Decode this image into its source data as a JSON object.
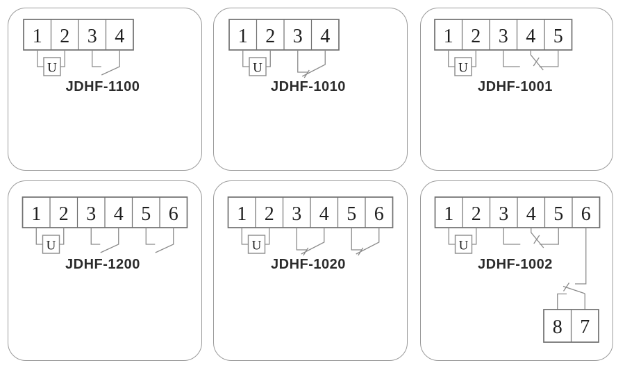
{
  "page": {
    "background": "#ffffff"
  },
  "colors": {
    "wire": "#8a8a8a",
    "block_border": "#6f6f6f",
    "panel_border": "#9a9a9a",
    "digit_text": "#1e1e1e",
    "label_text": "#2b2b2b"
  },
  "panels": [
    {
      "label": "JDHF-1100",
      "terminals": [
        "1",
        "2",
        "3",
        "4"
      ],
      "coil_label": "U",
      "contacts": [
        {
          "type": "no",
          "between": [
            3,
            4
          ]
        }
      ]
    },
    {
      "label": "JDHF-1010",
      "terminals": [
        "1",
        "2",
        "3",
        "4"
      ],
      "coil_label": "U",
      "contacts": [
        {
          "type": "nc",
          "between": [
            3,
            4
          ]
        }
      ]
    },
    {
      "label": "JDHF-1001",
      "terminals": [
        "1",
        "2",
        "3",
        "4",
        "5"
      ],
      "coil_label": "U",
      "contacts": [
        {
          "type": "co",
          "between": [
            3,
            4,
            5
          ]
        }
      ]
    },
    {
      "label": "JDHF-1200",
      "terminals": [
        "1",
        "2",
        "3",
        "4",
        "5",
        "6"
      ],
      "coil_label": "U",
      "contacts": [
        {
          "type": "no",
          "between": [
            3,
            4
          ]
        },
        {
          "type": "no",
          "between": [
            5,
            6
          ]
        }
      ]
    },
    {
      "label": "JDHF-1020",
      "terminals": [
        "1",
        "2",
        "3",
        "4",
        "5",
        "6"
      ],
      "coil_label": "U",
      "contacts": [
        {
          "type": "nc",
          "between": [
            3,
            4
          ]
        },
        {
          "type": "nc",
          "between": [
            5,
            6
          ]
        }
      ]
    },
    {
      "label": "JDHF-1002",
      "terminals": [
        "1",
        "2",
        "3",
        "4",
        "5",
        "6"
      ],
      "coil_label": "U",
      "contacts": [
        {
          "type": "co",
          "between": [
            3,
            4,
            5
          ]
        }
      ],
      "aux_block": {
        "terminals": [
          "8",
          "7"
        ],
        "fed_from_terminal": "6",
        "contact_type": "nc"
      }
    }
  ]
}
